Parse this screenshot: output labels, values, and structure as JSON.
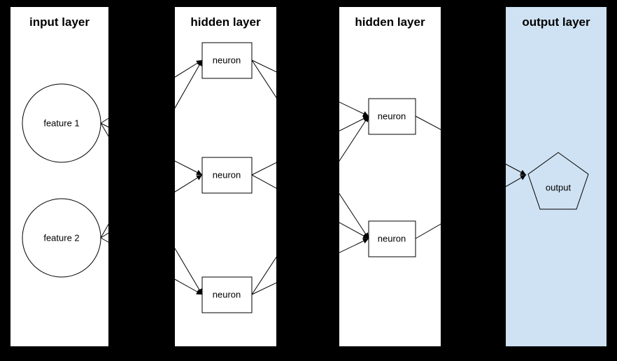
{
  "colors": {
    "background": "#000000",
    "panel_bg": "#ffffff",
    "output_panel_bg": "#cfe2f3",
    "line": "#000000",
    "text": "#000000"
  },
  "layers": [
    {
      "title": "input layer",
      "nodes": [
        {
          "label": "feature 1",
          "shape": "circle"
        },
        {
          "label": "feature 2",
          "shape": "circle"
        }
      ]
    },
    {
      "title": "hidden layer",
      "nodes": [
        {
          "label": "neuron",
          "shape": "rect"
        },
        {
          "label": "neuron",
          "shape": "rect"
        },
        {
          "label": "neuron",
          "shape": "rect"
        }
      ]
    },
    {
      "title": "hidden layer",
      "nodes": [
        {
          "label": "neuron",
          "shape": "rect"
        },
        {
          "label": "neuron",
          "shape": "rect"
        }
      ]
    },
    {
      "title": "output layer",
      "nodes": [
        {
          "label": "output",
          "shape": "pentagon"
        }
      ]
    }
  ]
}
